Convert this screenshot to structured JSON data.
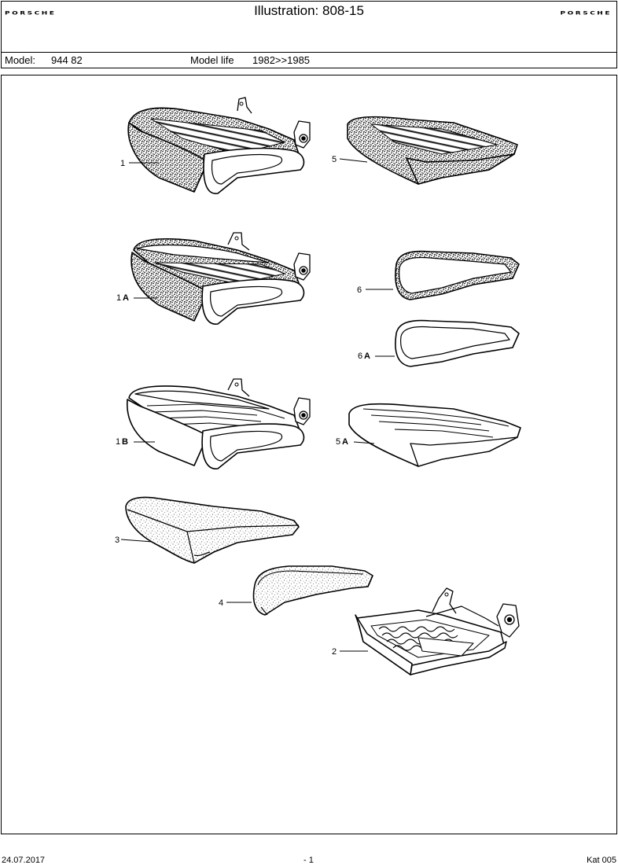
{
  "header": {
    "brand_left": "PORSCHE",
    "title": "Illustration: 808-15",
    "brand_right": "PORSCHE"
  },
  "model_bar": {
    "model_label": "Model:",
    "model_value": "944 82",
    "life_label": "Model life",
    "life_value": "1982>>1985"
  },
  "callouts": {
    "c1": "1",
    "c5": "5",
    "c1a_num": "1",
    "c1a_letter": "A",
    "c6": "6",
    "c6a_num": "6",
    "c6a_letter": "A",
    "c1b_num": "1",
    "c1b_letter": "B",
    "c5a_num": "5",
    "c5a_letter": "A",
    "c3": "3",
    "c4": "4",
    "c2": "2"
  },
  "footer": {
    "date": "24.07.2017",
    "page": "- 1",
    "catalog": "Kat 005"
  }
}
